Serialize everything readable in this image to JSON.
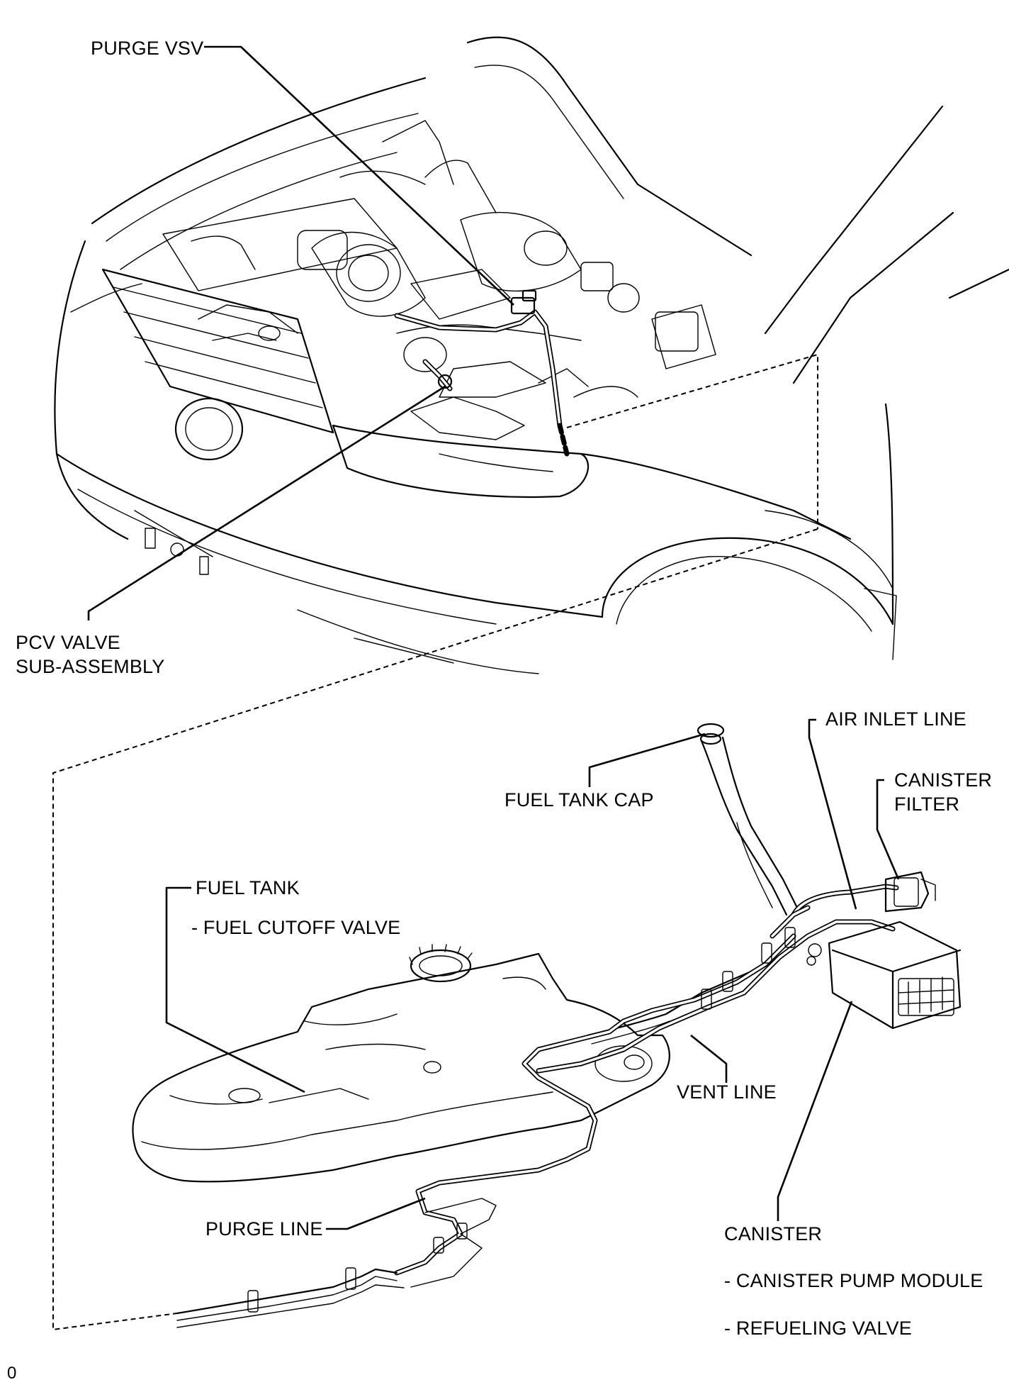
{
  "labels": {
    "purge_vsv": "PURGE VSV",
    "pcv_valve_1": "PCV VALVE",
    "pcv_valve_2": "SUB-ASSEMBLY",
    "air_inlet_line": "AIR INLET LINE",
    "canister_filter_1": "CANISTER",
    "canister_filter_2": "FILTER",
    "fuel_tank_cap": "FUEL TANK CAP",
    "fuel_tank": "FUEL TANK",
    "fuel_cutoff_valve": "- FUEL CUTOFF VALVE",
    "vent_line": "VENT LINE",
    "canister": "CANISTER",
    "canister_pump_module": "- CANISTER PUMP MODULE",
    "refueling_valve": "- REFUELING VALVE",
    "purge_line": "PURGE LINE",
    "corner_code": "0"
  }
}
